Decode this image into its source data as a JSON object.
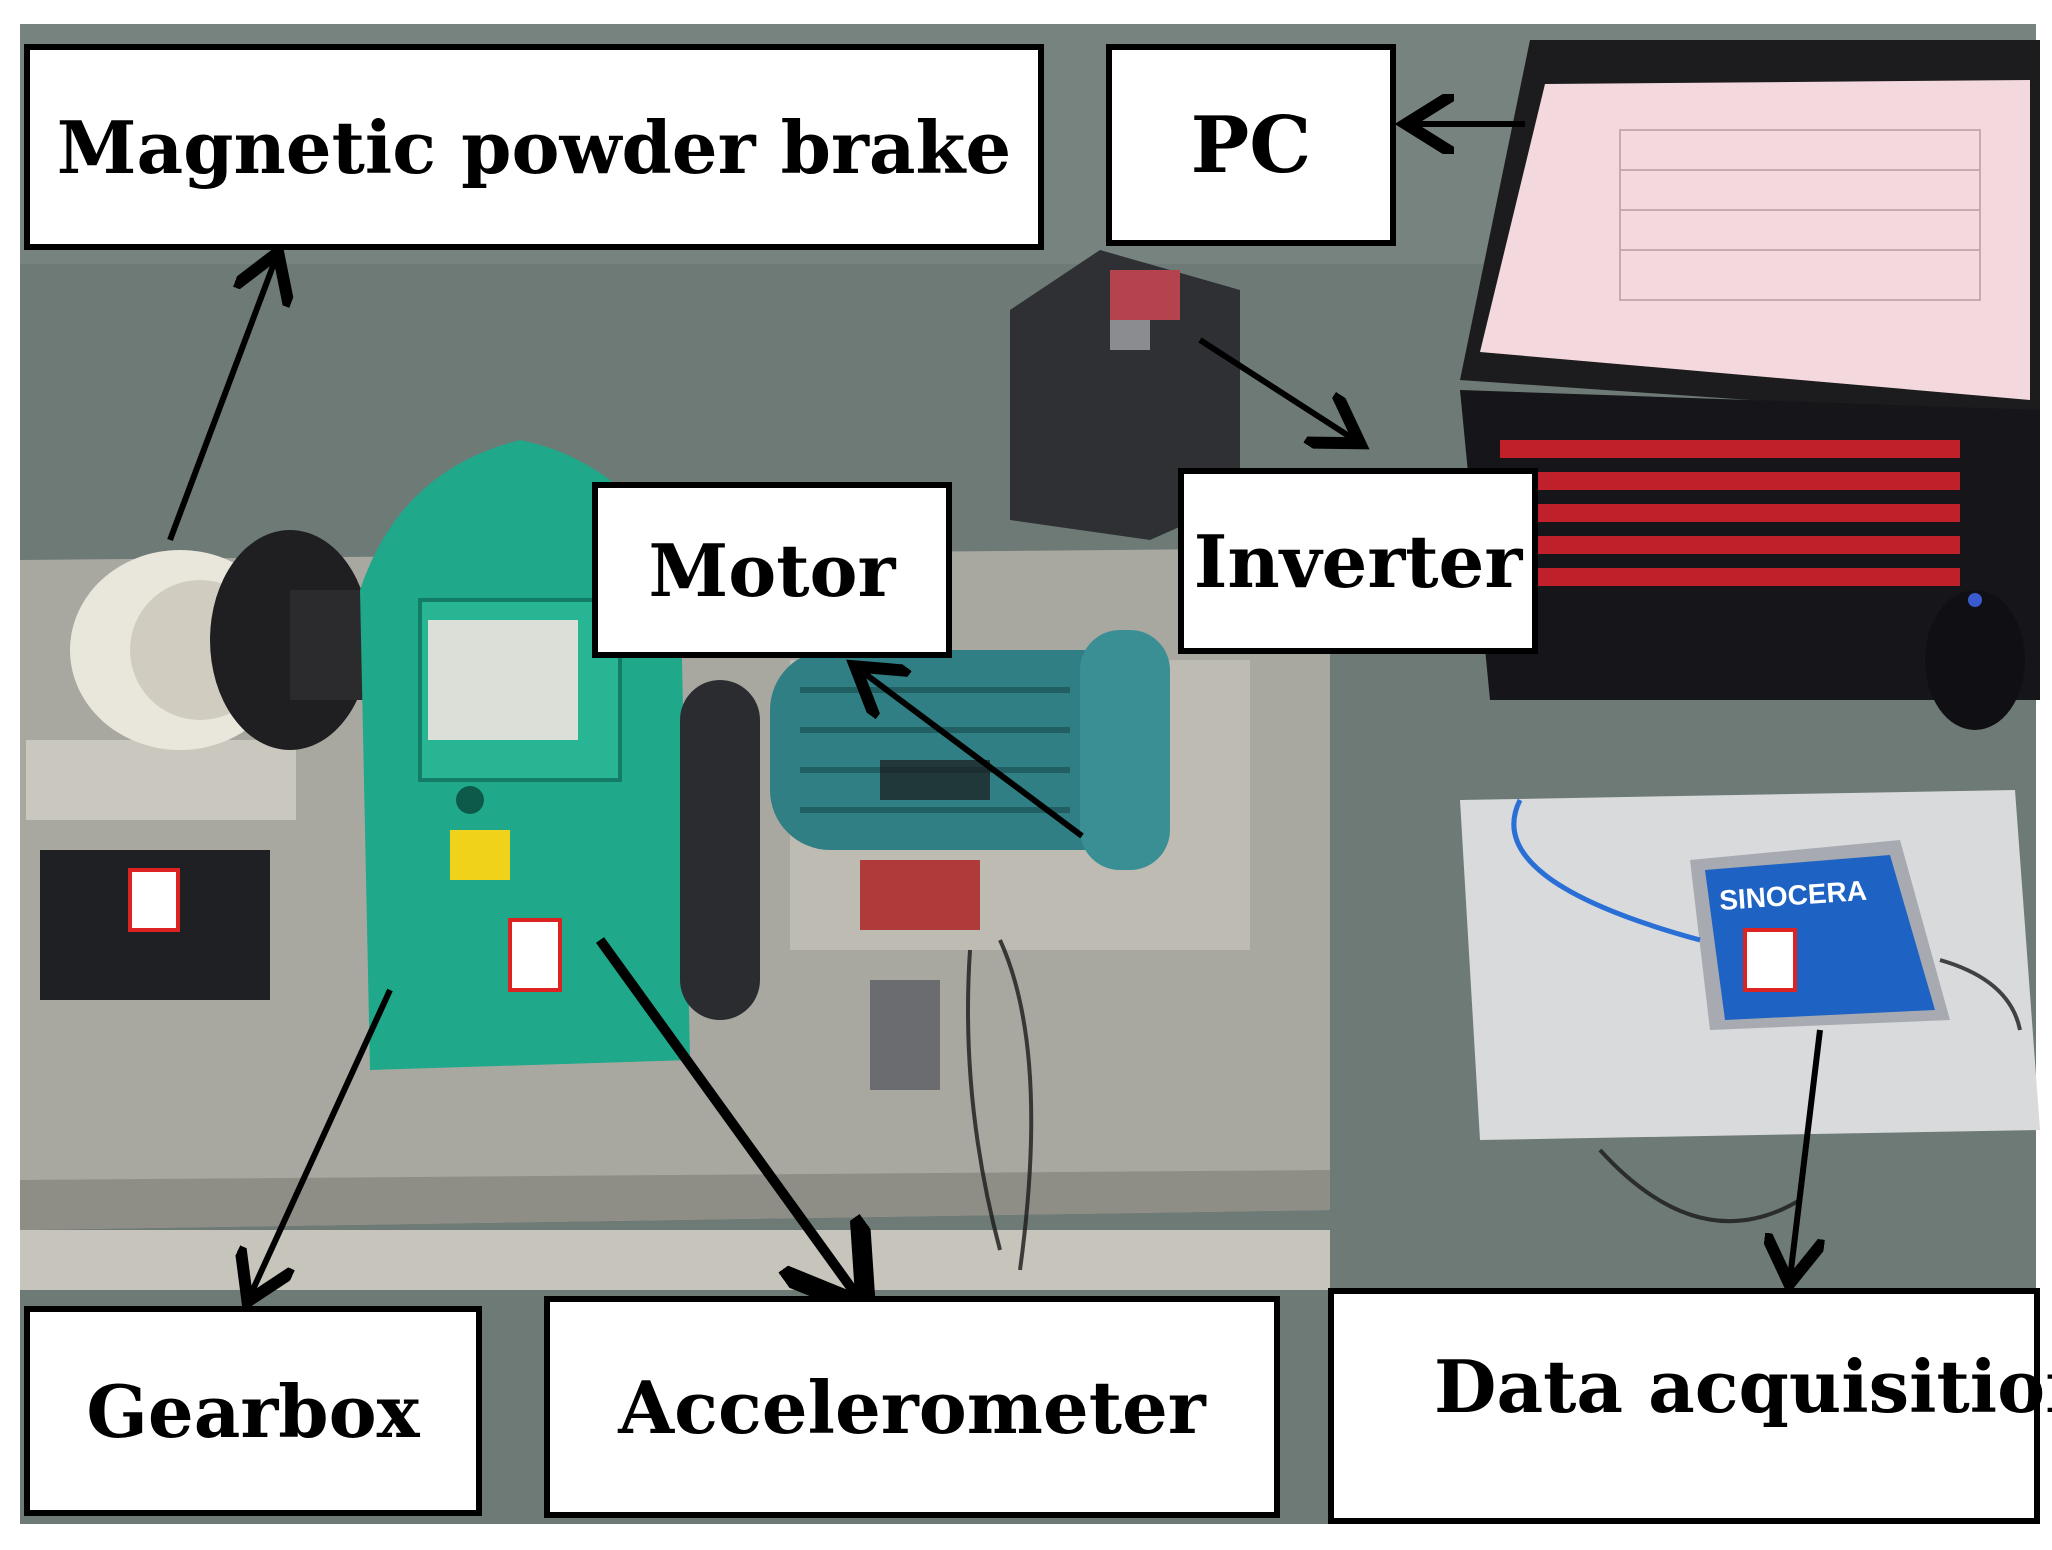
{
  "labels": {
    "brake": "Magnetic powder brake",
    "pc": "PC",
    "motor": "Motor",
    "inverter": "Inverter",
    "gearbox": "Gearbox",
    "accelerometer": "Accelerometer",
    "data_acquisition": "Data acquisition"
  },
  "device_text": {
    "daq_brand": "SINOCERA"
  },
  "colors": {
    "floor": "#6e7a76",
    "bench": "#a9a8a0",
    "gearbox_green": "#1fa88a",
    "motor_teal": "#2f7f84",
    "screen_pink": "#f3d9de",
    "keyboard_red": "#c0202a",
    "daq_blue": "#1e63c4"
  }
}
